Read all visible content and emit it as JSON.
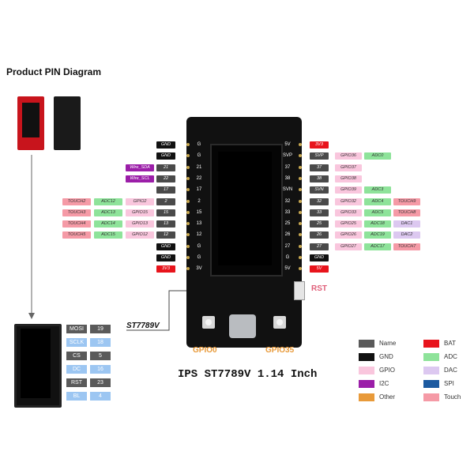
{
  "title": "Product PIN Diagram",
  "main_label": "IPS ST7789V 1.14 Inch",
  "st_label": "ST7789V",
  "gpio0_label": "GPIO0",
  "gpio35_label": "GPIO35",
  "rst_label": "RST",
  "left_pins": [
    {
      "pin": "G",
      "name": "GND",
      "extra": []
    },
    {
      "pin": "G",
      "name": "GND",
      "extra": []
    },
    {
      "pin": "21",
      "name": "21",
      "extra": [
        {
          "text": "Wire_SDA",
          "c": "purple"
        }
      ]
    },
    {
      "pin": "22",
      "name": "22",
      "extra": [
        {
          "text": "Wire_SCL",
          "c": "purple"
        }
      ]
    },
    {
      "pin": "17",
      "name": "17",
      "extra": []
    },
    {
      "pin": "2",
      "name": "2",
      "extra": [
        {
          "text": "GPIO2",
          "c": "pink"
        },
        {
          "text": "ADC12",
          "c": "green"
        },
        {
          "text": "TOUCH2",
          "c": "salmon"
        }
      ]
    },
    {
      "pin": "15",
      "name": "15",
      "extra": [
        {
          "text": "GPIO15",
          "c": "pink"
        },
        {
          "text": "ADC13",
          "c": "green"
        },
        {
          "text": "TOUCH3",
          "c": "salmon"
        }
      ]
    },
    {
      "pin": "13",
      "name": "13",
      "extra": [
        {
          "text": "GPIO13",
          "c": "pink"
        },
        {
          "text": "ADC14",
          "c": "green"
        },
        {
          "text": "TOUCH4",
          "c": "salmon"
        }
      ]
    },
    {
      "pin": "12",
      "name": "12",
      "extra": [
        {
          "text": "GPIO12",
          "c": "pink"
        },
        {
          "text": "ADC15",
          "c": "green"
        },
        {
          "text": "TOUCH5",
          "c": "salmon"
        }
      ]
    },
    {
      "pin": "G",
      "name": "GND",
      "extra": []
    },
    {
      "pin": "G",
      "name": "GND",
      "extra": []
    },
    {
      "pin": "3V",
      "name": "3V3",
      "extra": [],
      "red": true
    }
  ],
  "right_pins": [
    {
      "pin": "5V",
      "name": "3V3",
      "extra": [],
      "red": true
    },
    {
      "pin": "SVP",
      "name": "SVP",
      "extra": [
        {
          "text": "GPIO36",
          "c": "pink"
        },
        {
          "text": "ADC0",
          "c": "green"
        }
      ]
    },
    {
      "pin": "37",
      "name": "37",
      "extra": [
        {
          "text": "GPIO37",
          "c": "pink"
        }
      ]
    },
    {
      "pin": "38",
      "name": "38",
      "extra": [
        {
          "text": "GPIO38",
          "c": "pink"
        }
      ]
    },
    {
      "pin": "SVN",
      "name": "SVN",
      "extra": [
        {
          "text": "GPIO39",
          "c": "pink"
        },
        {
          "text": "ADC3",
          "c": "green"
        }
      ]
    },
    {
      "pin": "32",
      "name": "32",
      "extra": [
        {
          "text": "GPIO32",
          "c": "pink"
        },
        {
          "text": "ADC4",
          "c": "green"
        },
        {
          "text": "TOUCH9",
          "c": "salmon"
        }
      ]
    },
    {
      "pin": "33",
      "name": "33",
      "extra": [
        {
          "text": "GPIO33",
          "c": "pink"
        },
        {
          "text": "ADC5",
          "c": "green"
        },
        {
          "text": "TOUCH8",
          "c": "salmon"
        }
      ]
    },
    {
      "pin": "25",
      "name": "25",
      "extra": [
        {
          "text": "GPIO25",
          "c": "pink"
        },
        {
          "text": "ADC18",
          "c": "green"
        },
        {
          "text": "DAC1",
          "c": "lav"
        }
      ]
    },
    {
      "pin": "26",
      "name": "26",
      "extra": [
        {
          "text": "GPIO26",
          "c": "pink"
        },
        {
          "text": "ADC19",
          "c": "green"
        },
        {
          "text": "DAC2",
          "c": "lav"
        }
      ]
    },
    {
      "pin": "27",
      "name": "27",
      "extra": [
        {
          "text": "GPIO27",
          "c": "pink"
        },
        {
          "text": "ADC17",
          "c": "green"
        },
        {
          "text": "TOUCH7",
          "c": "salmon"
        }
      ]
    },
    {
      "pin": "G",
      "name": "GND",
      "extra": []
    },
    {
      "pin": "5V",
      "name": "5V",
      "extra": [],
      "red": true
    }
  ],
  "lcd_pins": [
    {
      "name": "MOSI",
      "val": "19"
    },
    {
      "name": "SCLK",
      "val": "18"
    },
    {
      "name": "CS",
      "val": "5"
    },
    {
      "name": "DC",
      "val": "16"
    },
    {
      "name": "RST",
      "val": "23"
    },
    {
      "name": "BL",
      "val": "4"
    }
  ],
  "legend": [
    {
      "label": "Name",
      "color": "#5a5a5a"
    },
    {
      "label": "BAT",
      "color": "#e8141c"
    },
    {
      "label": "GND",
      "color": "#111111"
    },
    {
      "label": "ADC",
      "color": "#8ee39a"
    },
    {
      "label": "GPIO",
      "color": "#f9c6dd"
    },
    {
      "label": "DAC",
      "color": "#dcc8f0"
    },
    {
      "label": "I2C",
      "color": "#9b1ea8"
    },
    {
      "label": "SPI",
      "color": "#1c5aa0"
    },
    {
      "label": "Other",
      "color": "#e89a3a"
    },
    {
      "label": "Touch",
      "color": "#f59aa6"
    }
  ]
}
